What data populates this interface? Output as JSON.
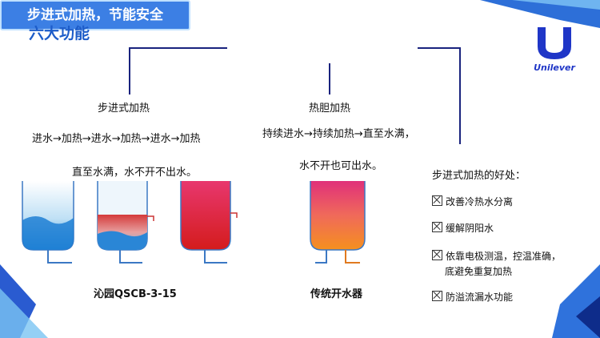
{
  "title": "六大功能",
  "headline": "步进式加热，节能安全",
  "logo": {
    "text": "Unilever",
    "color": "#1f36c7"
  },
  "left_section": {
    "label": "步进式加热",
    "flow": "进水→加热→进水→加热→进水→加热",
    "result": "直至水满，水不开不出水。",
    "caption": "沁园QSCB-3-15"
  },
  "middle_section": {
    "label": "热胆加热",
    "flow": "持续进水→持续加热→直至水满，",
    "result": "水不开也可出水。",
    "caption": "传统开水器"
  },
  "benefits": {
    "heading": "步进式加热的好处：",
    "items": [
      {
        "line1": "改善冷热水分离",
        "line2": ""
      },
      {
        "line1": "缓解阴阳水",
        "line2": ""
      },
      {
        "line1": "依靠电极测温，控温准确，",
        "line2": "底避免重复加热"
      },
      {
        "line1": "防溢流漏水功能",
        "line2": ""
      }
    ]
  },
  "colors": {
    "accent": "#3c7fe4",
    "title": "#1d5cc9",
    "connector": "#1a237e"
  }
}
